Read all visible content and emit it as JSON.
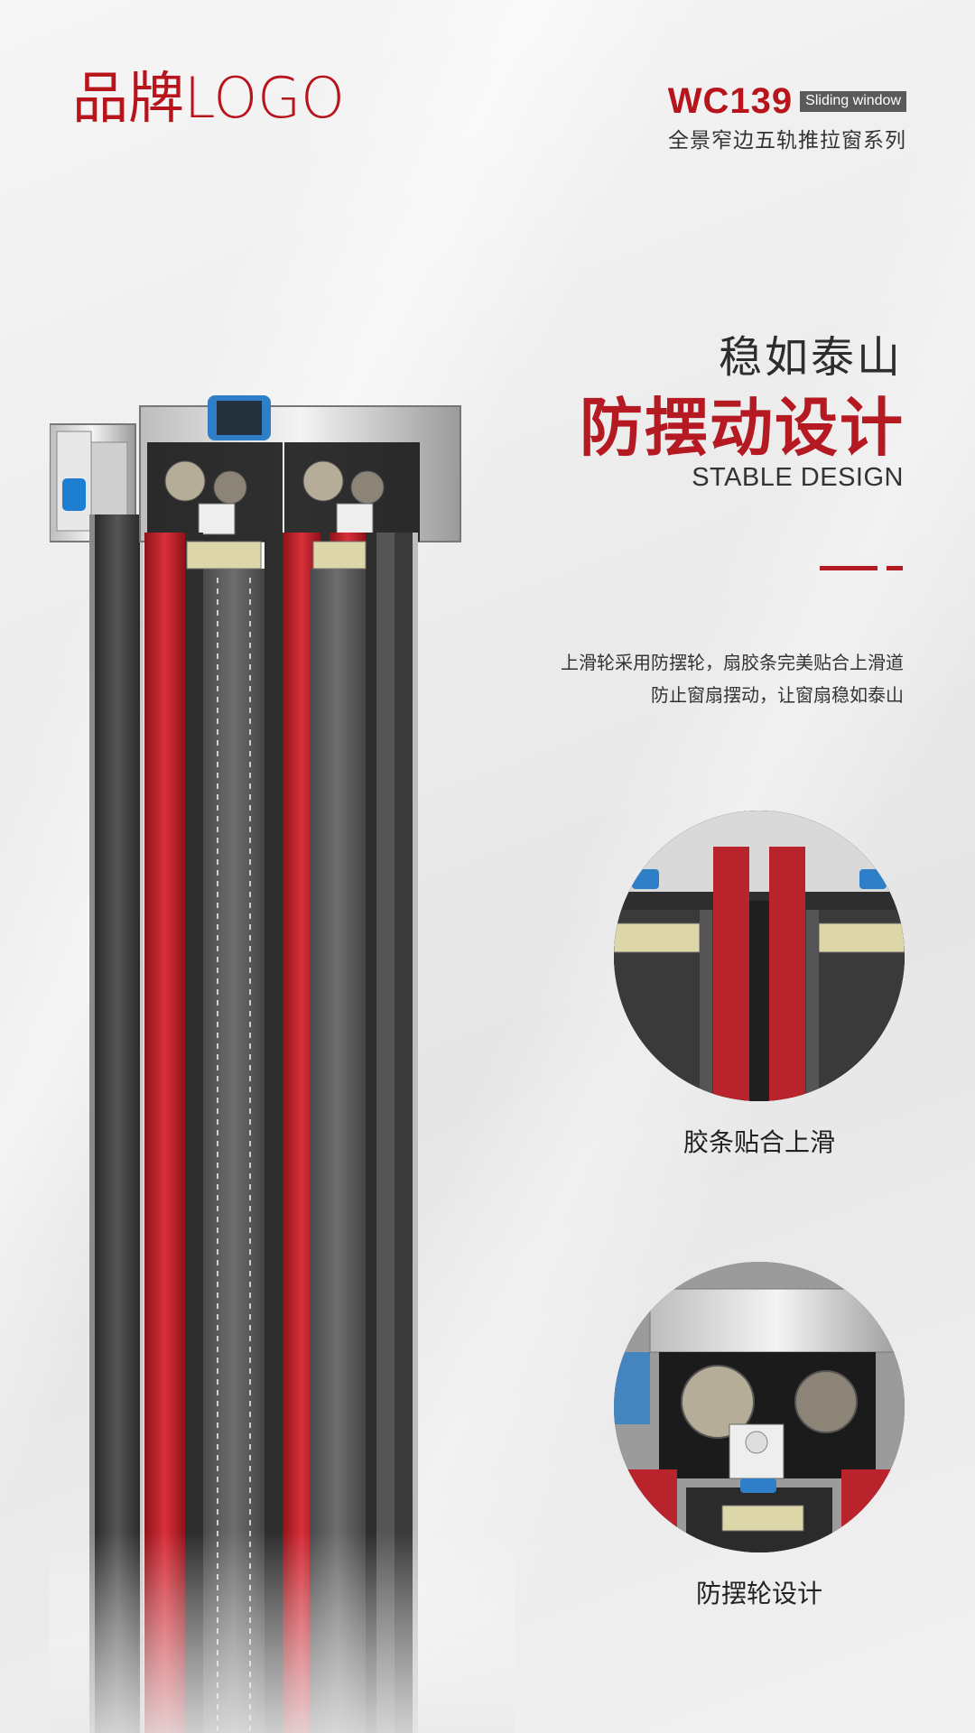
{
  "brand": {
    "logo_text": "品牌LOGO"
  },
  "model": {
    "code": "WC139",
    "tag": "Sliding window",
    "subtitle": "全景窄边五轨推拉窗系列"
  },
  "headline": {
    "sub": "稳如泰山",
    "main": "防摆动设计",
    "english": "STABLE DESIGN"
  },
  "description": {
    "line1": "上滑轮采用防摆轮，扇胶条完美贴合上滑道",
    "line2": "防止窗扇摆动，让窗扇稳如泰山"
  },
  "details": [
    {
      "caption": "胶条贴合上滑"
    },
    {
      "caption": "防摆轮设计"
    }
  ],
  "colors": {
    "accent": "#b51a22",
    "profile_dark": "#3b3b3b",
    "profile_red": "#c0242b",
    "background": "#ececec"
  }
}
